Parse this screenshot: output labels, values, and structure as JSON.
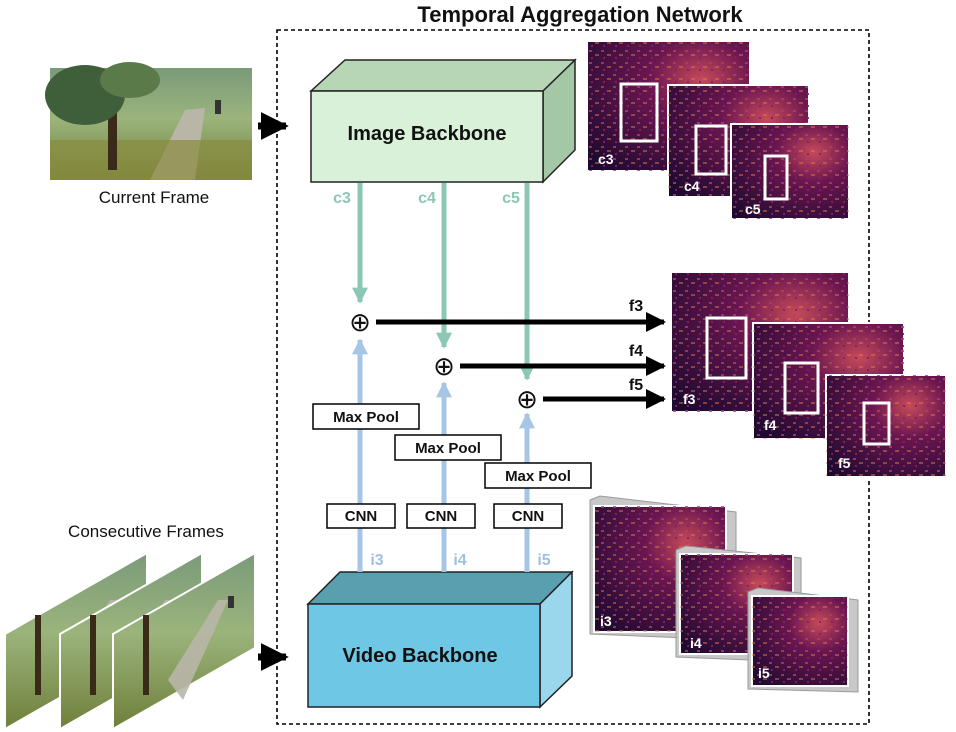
{
  "title": "Temporal Aggregation Network",
  "inputs": {
    "current_frame_caption": "Current Frame",
    "consecutive_frames_caption": "Consecutive Frames"
  },
  "image_backbone": {
    "label": "Image Backbone",
    "outputs": [
      "c3",
      "c4",
      "c5"
    ]
  },
  "video_backbone": {
    "label": "Video Backbone",
    "outputs": [
      "i3",
      "i4",
      "i5"
    ]
  },
  "branches": [
    {
      "cnn": "CNN",
      "pool": "Max Pool",
      "fused": "f3"
    },
    {
      "cnn": "CNN",
      "pool": "Max Pool",
      "fused": "f4"
    },
    {
      "cnn": "CNN",
      "pool": "Max Pool",
      "fused": "f5"
    }
  ],
  "fusion_symbol": "⊕",
  "feature_maps": {
    "image": [
      "c3",
      "c4",
      "c5"
    ],
    "fused": [
      "f3",
      "f4",
      "f5"
    ],
    "video": [
      "i3",
      "i4",
      "i5"
    ]
  },
  "colors": {
    "image_backbone_front": "#d8f1d8",
    "image_backbone_top": "#b6d6b5",
    "image_backbone_side": "#a4c7a5",
    "video_backbone_front": "#6fc7e6",
    "video_backbone_top": "#5a9fb0",
    "video_backbone_side": "#9ad7ec",
    "c_arrow": "#8cc7b5",
    "i_arrow": "#a7c6e6",
    "heatmap_dark": "#1f0a33",
    "heatmap_mid": "#8a1f5c",
    "heatmap_bright": "#e07a4a"
  }
}
